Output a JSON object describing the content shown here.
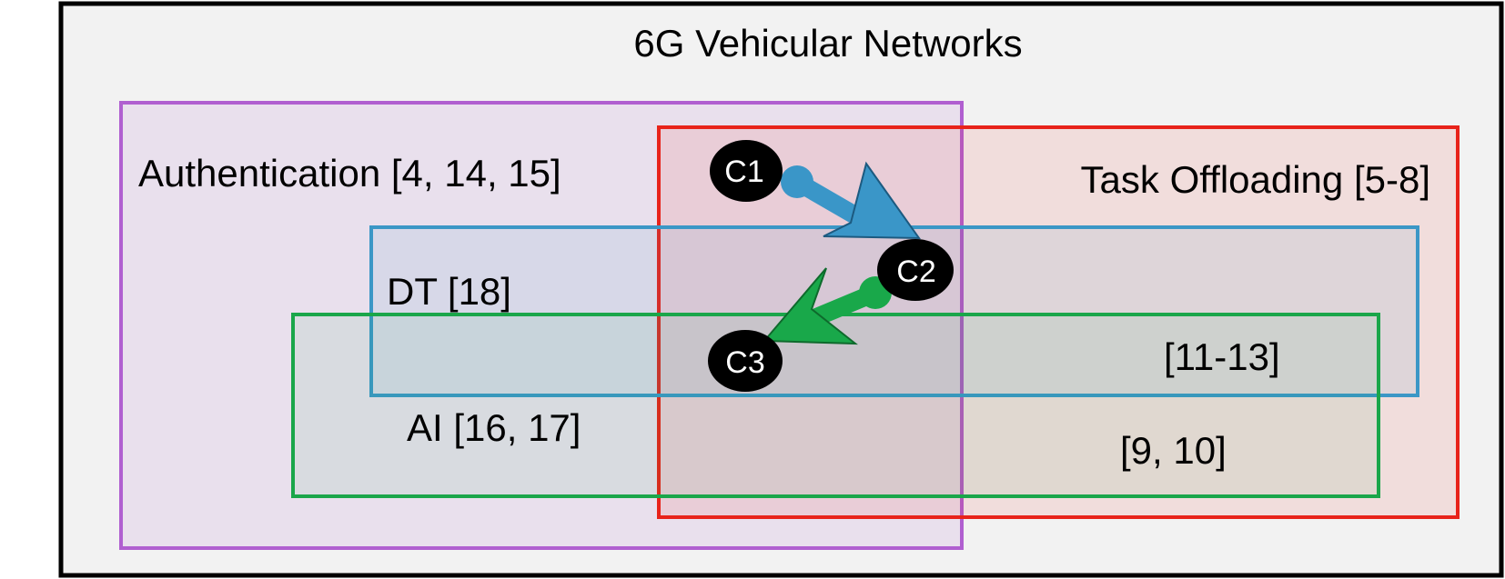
{
  "title": "6G Vehicular Networks",
  "regions": {
    "authentication": {
      "label": "Authentication [4, 14, 15]",
      "color": "#b05fd0"
    },
    "task_offloading": {
      "label": "Task Offloading [5-8]",
      "color": "#e8231a"
    },
    "dt": {
      "label": "DT [18]",
      "color": "#3b97c6"
    },
    "ai": {
      "label": "AI [16, 17]",
      "color": "#1aa64a"
    }
  },
  "intersections": {
    "dt_ai_task_offloading": "[11-13]",
    "ai_task_offloading": "[9, 10]"
  },
  "challenges": {
    "c1": "C1",
    "c2": "C2",
    "c3": "C3"
  },
  "colors": {
    "frame_bg": "#f2f2f2",
    "frame_border": "#000000",
    "arrow_c1_c2": "#3a96c8",
    "arrow_c2_c3": "#19a84a",
    "challenge_fill": "#000000"
  }
}
